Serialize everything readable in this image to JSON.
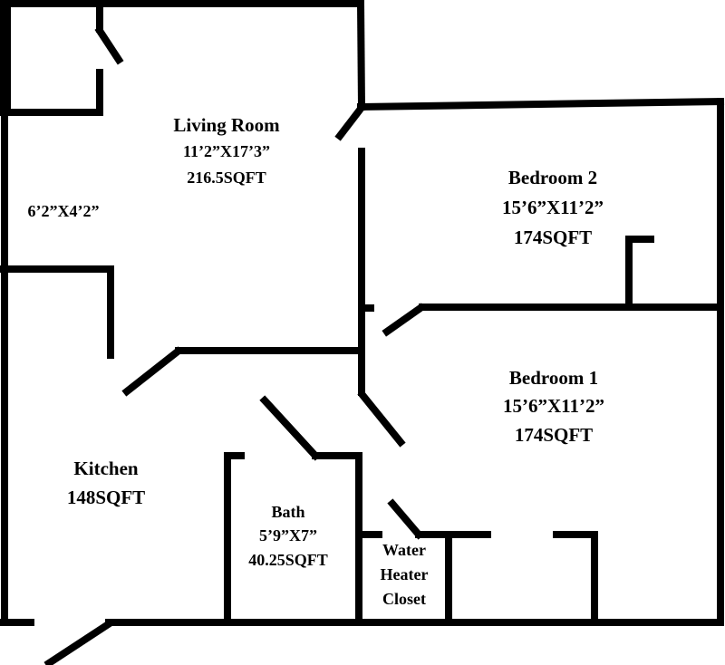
{
  "rooms": {
    "living": {
      "name": "Living Room",
      "dims": "11’2”X17’3”",
      "area": "216.5SQFT"
    },
    "closet": {
      "dims": "6’2”X4’2”"
    },
    "bedroom2": {
      "name": "Bedroom 2",
      "dims": "15’6”X11’2”",
      "area": "174SQFT"
    },
    "bedroom1": {
      "name": "Bedroom 1",
      "dims": "15’6”X11’2”",
      "area": "174SQFT"
    },
    "kitchen": {
      "name": "Kitchen",
      "area": "148SQFT"
    },
    "bath": {
      "name": "Bath",
      "dims": "5’9”X7”",
      "area": "40.25SQFT"
    },
    "water_heater": {
      "line1": "Water",
      "line2": "Heater",
      "line3": "Closet"
    }
  },
  "colors": {
    "wall": "#000000",
    "background": "#ffffff"
  }
}
